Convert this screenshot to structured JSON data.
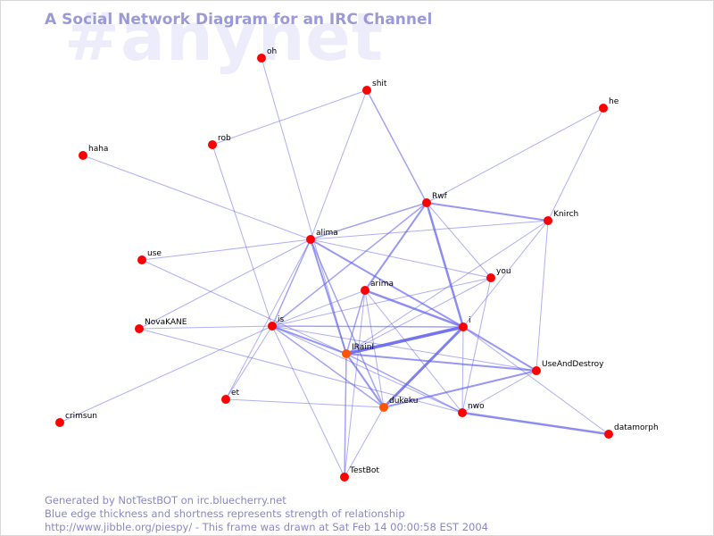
{
  "watermark": "#anynet",
  "title": "A Social Network Diagram for an IRC Channel",
  "footer": {
    "line1": "Generated by NotTestBOT on irc.bluecherry.net",
    "line2": "Blue edge thickness and shortness represents strength of relationship",
    "line3": "http://www.jibble.org/piespy/ - This frame was drawn at Sat Feb 14 00:00:58 EST 2004"
  },
  "colors": {
    "node": "#ff0000",
    "node_recent": "#ff5500",
    "edge": "#6060ee",
    "watermark": "#ececfb",
    "title": "#9a9ad8",
    "footer": "#8888c8"
  },
  "nodes": [
    {
      "id": "oh",
      "label": "oh"
    },
    {
      "id": "shit",
      "label": "shit"
    },
    {
      "id": "he",
      "label": "he"
    },
    {
      "id": "rob",
      "label": "rob"
    },
    {
      "id": "haha",
      "label": "haha"
    },
    {
      "id": "Rwf",
      "label": "Rwf"
    },
    {
      "id": "Knirch",
      "label": "Knirch"
    },
    {
      "id": "alima",
      "label": "alima"
    },
    {
      "id": "use",
      "label": "use"
    },
    {
      "id": "you",
      "label": "you"
    },
    {
      "id": "arima",
      "label": "arima"
    },
    {
      "id": "NovaKANE",
      "label": "NovaKANE"
    },
    {
      "id": "is",
      "label": "is"
    },
    {
      "id": "i",
      "label": "i"
    },
    {
      "id": "IRainI",
      "label": "IRainI"
    },
    {
      "id": "UseAndDestroy",
      "label": "UseAndDestroy"
    },
    {
      "id": "et",
      "label": "et"
    },
    {
      "id": "dukeku",
      "label": "dukeku"
    },
    {
      "id": "nwo",
      "label": "nwo"
    },
    {
      "id": "crimsun",
      "label": "crimsun"
    },
    {
      "id": "datamorph",
      "label": "datamorph"
    },
    {
      "id": "TestBot",
      "label": "TestBot"
    }
  ],
  "edges": [
    [
      "oh",
      "IRainI",
      1
    ],
    [
      "shit",
      "rob",
      1
    ],
    [
      "shit",
      "Rwf",
      1.5
    ],
    [
      "shit",
      "alima",
      1
    ],
    [
      "he",
      "Knirch",
      1
    ],
    [
      "he",
      "Rwf",
      1
    ],
    [
      "rob",
      "is",
      1
    ],
    [
      "haha",
      "alima",
      1
    ],
    [
      "Rwf",
      "Knirch",
      2
    ],
    [
      "Rwf",
      "alima",
      1.5
    ],
    [
      "Rwf",
      "i",
      2.5
    ],
    [
      "Rwf",
      "arima",
      2
    ],
    [
      "Rwf",
      "is",
      1.5
    ],
    [
      "Rwf",
      "you",
      1
    ],
    [
      "Knirch",
      "alima",
      1
    ],
    [
      "Knirch",
      "i",
      1
    ],
    [
      "Knirch",
      "IRainI",
      1
    ],
    [
      "Knirch",
      "UseAndDestroy",
      1
    ],
    [
      "alima",
      "use",
      1
    ],
    [
      "alima",
      "you",
      1
    ],
    [
      "alima",
      "i",
      2
    ],
    [
      "alima",
      "NovaKANE",
      1
    ],
    [
      "alima",
      "IRainI",
      2
    ],
    [
      "alima",
      "dukeku",
      1.5
    ],
    [
      "alima",
      "is",
      1.5
    ],
    [
      "alima",
      "et",
      1
    ],
    [
      "use",
      "IRainI",
      1
    ],
    [
      "you",
      "IRainI",
      1
    ],
    [
      "you",
      "nwo",
      1
    ],
    [
      "you",
      "is",
      1
    ],
    [
      "arima",
      "i",
      2.5
    ],
    [
      "arima",
      "dukeku",
      1
    ],
    [
      "arima",
      "nwo",
      1
    ],
    [
      "arima",
      "is",
      1
    ],
    [
      "arima",
      "IRainI",
      1.5
    ],
    [
      "arima",
      "TestBot",
      1
    ],
    [
      "NovaKANE",
      "is",
      1
    ],
    [
      "NovaKANE",
      "nwo",
      1
    ],
    [
      "is",
      "IRainI",
      2
    ],
    [
      "is",
      "dukeku",
      1.5
    ],
    [
      "is",
      "nwo",
      1
    ],
    [
      "is",
      "et",
      1
    ],
    [
      "is",
      "crimsun",
      1
    ],
    [
      "is",
      "TestBot",
      1
    ],
    [
      "is",
      "UseAndDestroy",
      1
    ],
    [
      "i",
      "IRainI",
      3.5
    ],
    [
      "i",
      "dukeku",
      3
    ],
    [
      "i",
      "UseAndDestroy",
      2
    ],
    [
      "i",
      "nwo",
      1
    ],
    [
      "i",
      "datamorph",
      1
    ],
    [
      "i",
      "is",
      1.5
    ],
    [
      "IRainI",
      "UseAndDestroy",
      2
    ],
    [
      "IRainI",
      "dukeku",
      2
    ],
    [
      "IRainI",
      "nwo",
      1.5
    ],
    [
      "IRainI",
      "TestBot",
      1.5
    ],
    [
      "UseAndDestroy",
      "dukeku",
      2
    ],
    [
      "UseAndDestroy",
      "nwo",
      1
    ],
    [
      "et",
      "dukeku",
      1
    ],
    [
      "nwo",
      "datamorph",
      2.5
    ],
    [
      "dukeku",
      "TestBot",
      1
    ]
  ]
}
